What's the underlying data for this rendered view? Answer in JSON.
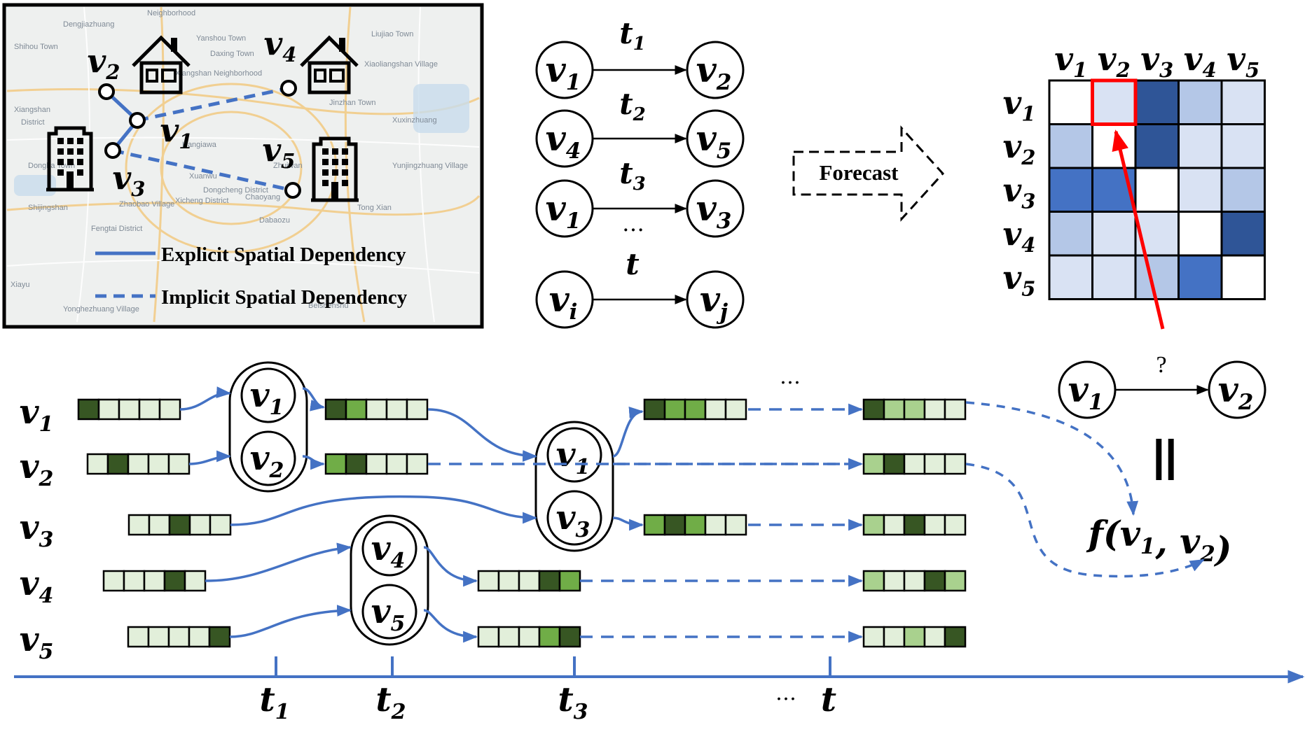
{
  "nodes": [
    "v1",
    "v2",
    "v3",
    "v4",
    "v5"
  ],
  "map": {
    "legend_explicit": "Explicit Spatial Dependency",
    "legend_implicit": "Implicit Spatial Dependency",
    "place_labels": [
      "Neighborhood",
      "Dengjiazhuang",
      "Yanshou Town",
      "Liujiao Town",
      "Shihou Town",
      "Daxing Town",
      "Xiaoliangshan Village",
      "Xiangshan Neighborhood",
      "Jinzhan Town",
      "Xuxinzhuang",
      "Xiangshan",
      "District",
      "Dongba Town",
      "Hangiawa",
      "Xicheng District",
      "Dongcheng District",
      "Chaoyang",
      "Tong Xian",
      "Shijingshan",
      "Fengtai District",
      "Dabaozu",
      "Xiayu",
      "Yonghezhuang Village",
      "Beishenshu",
      "Xuanwu",
      "Zhuiwan",
      "Zhaobao Village",
      "Yunjingzhuang Village"
    ]
  },
  "events": [
    {
      "from": "v1",
      "to": "v2",
      "time": "t1"
    },
    {
      "from": "v4",
      "to": "v5",
      "time": "t2"
    },
    {
      "from": "v1",
      "to": "v3",
      "time": "t3"
    },
    {
      "from": "vi",
      "to": "vj",
      "time": "t"
    }
  ],
  "ellipsis": "…",
  "forecast_label": "Forecast",
  "matrix": {
    "row_labels": [
      "v1",
      "v2",
      "v3",
      "v4",
      "v5"
    ],
    "col_labels": [
      "v1",
      "v2",
      "v3",
      "v4",
      "v5"
    ],
    "intensity": [
      [
        0,
        1,
        4,
        2,
        1
      ],
      [
        2,
        0,
        4,
        1,
        1
      ],
      [
        3,
        3,
        0,
        1,
        2
      ],
      [
        2,
        1,
        1,
        0,
        4
      ],
      [
        1,
        1,
        2,
        3,
        0
      ]
    ],
    "highlight_cell": [
      0,
      1
    ],
    "colors": [
      "#ffffff",
      "#d9e2f3",
      "#b4c7e7",
      "#4472c4",
      "#2f5597"
    ]
  },
  "query": {
    "from": "v1",
    "to": "v2",
    "symbol": "?",
    "equals": "||",
    "function": "f(v1, v2)"
  },
  "timeline": {
    "ticks": [
      "t1",
      "t2",
      "t3",
      "t"
    ],
    "ellipsis": "…"
  },
  "colors": {
    "edge": "#4472c4",
    "highlight": "#ff0000",
    "memory_dark": "#375623",
    "memory_mid": "#70ad47",
    "memory_light": "#a9d18e",
    "memory_pale": "#e2efda"
  }
}
